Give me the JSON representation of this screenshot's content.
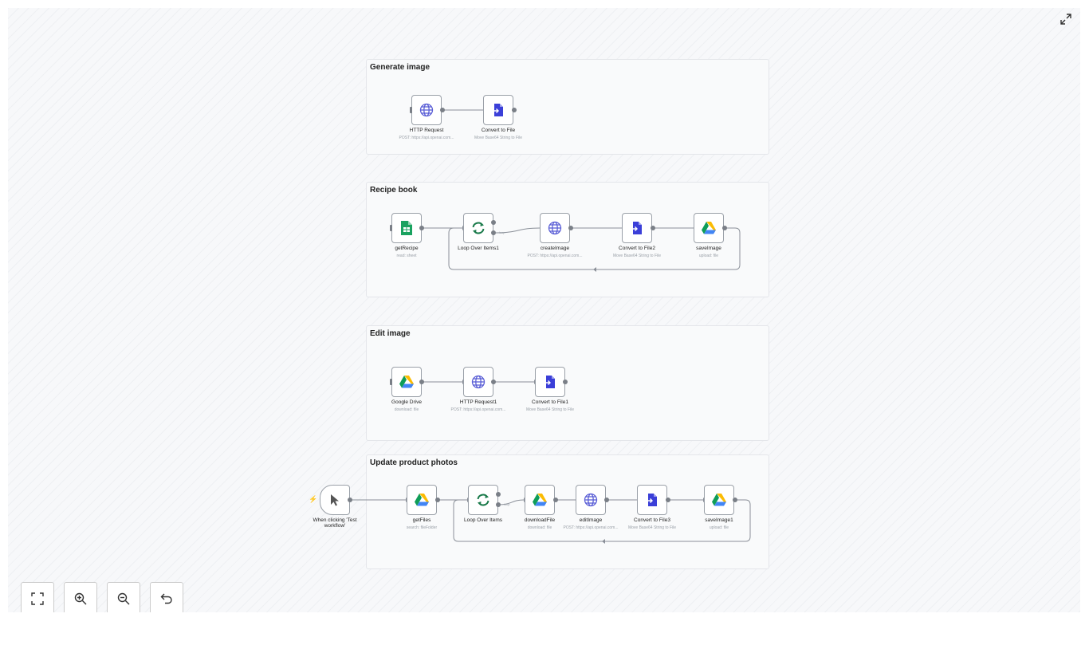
{
  "colors": {
    "canvas": "#f7f8fa",
    "edge": "#8a8f98",
    "globe": "#5b5fd6",
    "convert": "#3b3fd8",
    "sheets": "#1aa260",
    "loop": "#1a7a4a",
    "trigger_bolt": "#ff4f5a"
  },
  "sticky_notes": [
    {
      "title": "Generate image"
    },
    {
      "title": "Recipe book"
    },
    {
      "title": "Edit image"
    },
    {
      "title": "Update product photos"
    }
  ],
  "nodes": [
    {
      "name": "HTTP Request",
      "sub": "POST: https://api.openai.com...",
      "icon": "globe-icon"
    },
    {
      "name": "Convert to File",
      "sub": "Move Base64 String to File",
      "icon": "convert-file-icon"
    },
    {
      "name": "getRecipe",
      "sub": "read: sheet",
      "icon": "google-sheets-icon"
    },
    {
      "name": "Loop Over Items1",
      "sub": "",
      "icon": "loop-icon"
    },
    {
      "name": "createImage",
      "sub": "POST: https://api.openai.com...",
      "icon": "globe-icon"
    },
    {
      "name": "Convert to File2",
      "sub": "Move Base64 String to File",
      "icon": "convert-file-icon"
    },
    {
      "name": "saveImage",
      "sub": "upload: file",
      "icon": "google-drive-icon"
    },
    {
      "name": "Google Drive",
      "sub": "download: file",
      "icon": "google-drive-icon"
    },
    {
      "name": "HTTP Request1",
      "sub": "POST: https://api.openai.com...",
      "icon": "globe-icon"
    },
    {
      "name": "Convert to File1",
      "sub": "Move Base64 String to File",
      "icon": "convert-file-icon"
    },
    {
      "name": "When clicking 'Test workflow'",
      "sub": "",
      "icon": "cursor-icon"
    },
    {
      "name": "getFiles",
      "sub": "search: fileFolder",
      "icon": "google-drive-icon"
    },
    {
      "name": "Loop Over Items",
      "sub": "",
      "icon": "loop-icon"
    },
    {
      "name": "downloadFile",
      "sub": "download: file",
      "icon": "google-drive-icon"
    },
    {
      "name": "editImage",
      "sub": "POST: https://api.openai.com...",
      "icon": "globe-icon"
    },
    {
      "name": "Convert to File3",
      "sub": "Move Base64 String to File",
      "icon": "convert-file-icon"
    },
    {
      "name": "saveImage1",
      "sub": "upload: file",
      "icon": "google-drive-icon"
    }
  ],
  "loop_label": "loop",
  "controls": [
    {
      "icon": "fit-view-icon"
    },
    {
      "icon": "zoom-in-icon"
    },
    {
      "icon": "zoom-out-icon"
    },
    {
      "icon": "undo-icon"
    }
  ],
  "top_right": {
    "icon": "expand-icon"
  }
}
